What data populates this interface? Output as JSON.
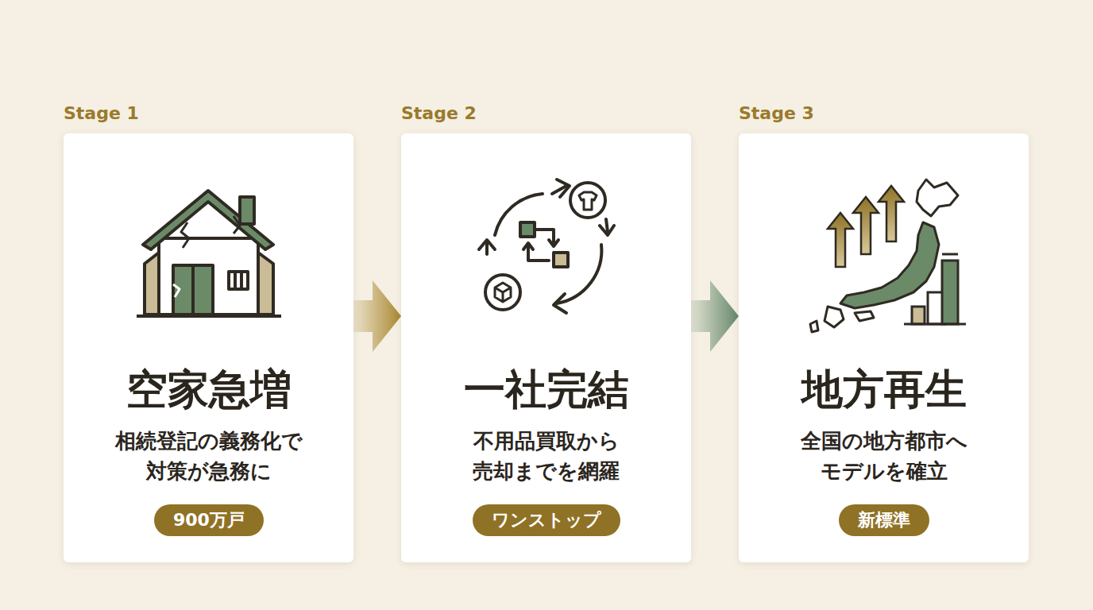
{
  "diagram": {
    "nodes": [
      {
        "text": [
          "Stage 1",
          "空家急増",
          "相続登記の義務化で 対策が急務に"
        ]
      },
      {
        "text": [
          "900万戸"
        ],
        "in": 0
      },
      {
        "text": [
          "Stage 2",
          "一社完結",
          "不用品買取から 売却までを網羅"
        ]
      },
      {
        "text": [
          "ワンストップ"
        ],
        "in": 2
      },
      {
        "text": [
          "Stage 3",
          "地方再生",
          "全国の地方都市へ モデルを確立"
        ]
      },
      {
        "text": [
          "新標準"
        ],
        "in": 4
      }
    ],
    "edges": [
      {
        "from": 0,
        "to": 2,
        "arrow": "to"
      },
      {
        "from": 2,
        "to": 4,
        "arrow": "to"
      }
    ]
  }
}
